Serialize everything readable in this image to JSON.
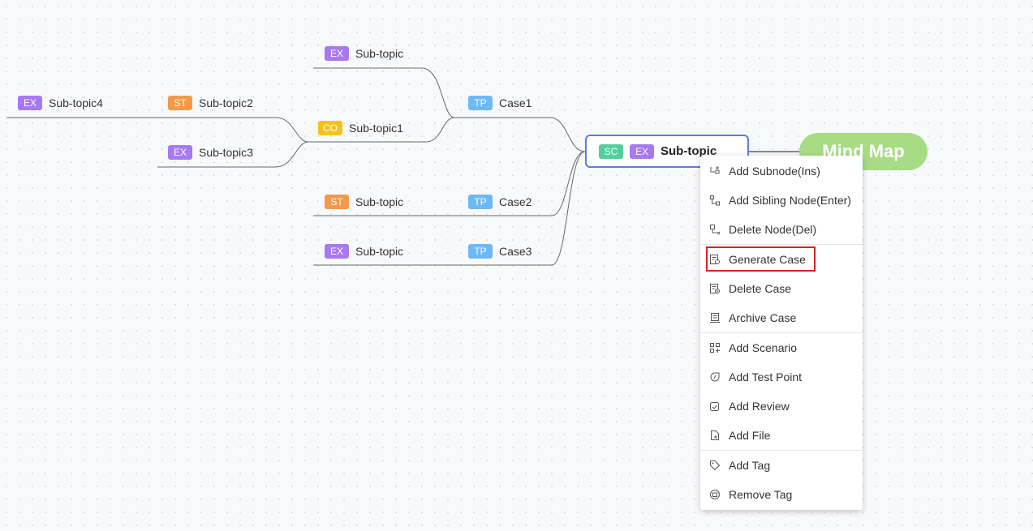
{
  "mindmap": {
    "root": {
      "label": "Mind Map"
    },
    "selected": {
      "tags": [
        "SC",
        "EX"
      ],
      "label": "Sub-topic"
    },
    "case1": {
      "tag": "TP",
      "label": "Case1"
    },
    "case2": {
      "tag": "TP",
      "label": "Case2"
    },
    "case3": {
      "tag": "TP",
      "label": "Case3"
    },
    "case1_child_a": {
      "tag": "EX",
      "label": "Sub-topic"
    },
    "subtopic1": {
      "tag": "CO",
      "label": "Sub-topic1"
    },
    "subtopic2": {
      "tag": "ST",
      "label": "Sub-topic2"
    },
    "subtopic3": {
      "tag": "EX",
      "label": "Sub-topic3"
    },
    "subtopic4": {
      "tag": "EX",
      "label": "Sub-topic4"
    },
    "case2_child": {
      "tag": "ST",
      "label": "Sub-topic"
    },
    "case3_child": {
      "tag": "EX",
      "label": "Sub-topic"
    }
  },
  "context_menu": {
    "items": [
      {
        "label": "Add Subnode(Ins)",
        "icon": "add-subnode-icon"
      },
      {
        "label": "Add Sibling Node(Enter)",
        "icon": "add-sibling-icon"
      },
      {
        "label": "Delete Node(Del)",
        "icon": "delete-node-icon"
      },
      {
        "label": "Generate Case",
        "icon": "generate-case-icon"
      },
      {
        "label": "Delete Case",
        "icon": "delete-case-icon"
      },
      {
        "label": "Archive Case",
        "icon": "archive-case-icon"
      },
      {
        "label": "Add Scenario",
        "icon": "add-scenario-icon"
      },
      {
        "label": "Add Test Point",
        "icon": "add-test-point-icon"
      },
      {
        "label": "Add Review",
        "icon": "add-review-icon"
      },
      {
        "label": "Add File",
        "icon": "add-file-icon"
      },
      {
        "label": "Add Tag",
        "icon": "tag-icon"
      },
      {
        "label": "Remove Tag",
        "icon": "remove-tag-icon"
      }
    ],
    "highlighted": "Generate Case"
  },
  "colors": {
    "accent_border": "#5a7fdb",
    "root_fill": "#a6dc84",
    "tag_ex": "#a779f0",
    "tag_st": "#f39a4a",
    "tag_co": "#f6c21a",
    "tag_tp": "#6db8f7",
    "tag_sc": "#55ce9f",
    "highlight_box": "#e02020"
  }
}
